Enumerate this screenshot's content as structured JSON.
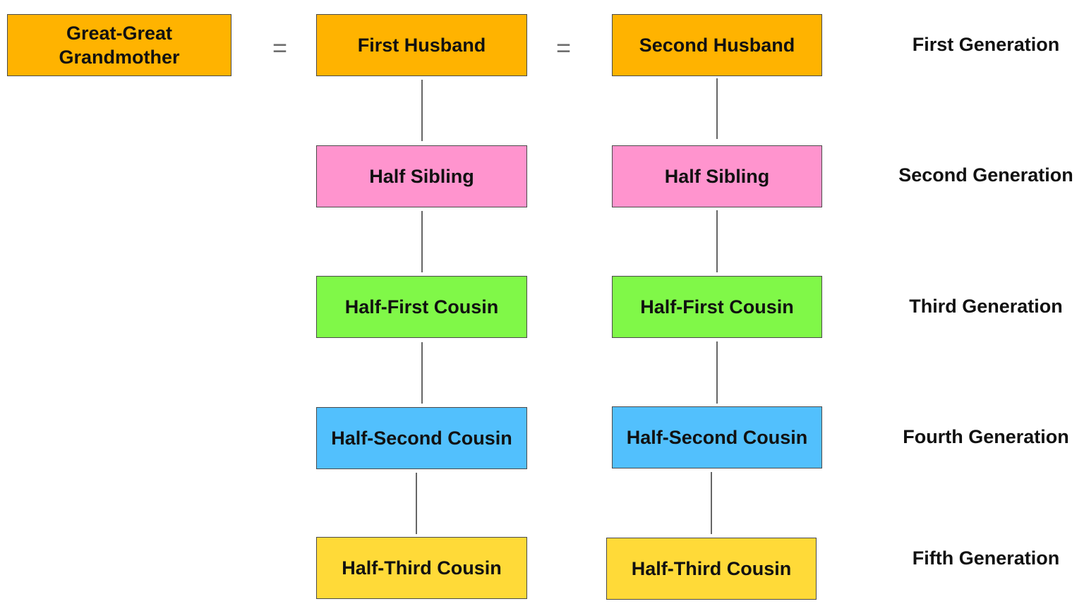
{
  "colors": {
    "orange": "#FFB300",
    "pink": "#FF94CE",
    "green": "#80F848",
    "blue": "#52C0FD",
    "yellow": "#FFDA38",
    "line": "#333333"
  },
  "top_row": {
    "grandmother": "Great-Great\nGrandmother",
    "equals_1": "=",
    "first_husband": "First Husband",
    "equals_2": "=",
    "second_husband": "Second Husband"
  },
  "left_branch": {
    "second_generation": "Half Sibling",
    "third_generation": "Half-First Cousin",
    "fourth_generation": "Half-Second Cousin",
    "fifth_generation": "Half-Third Cousin"
  },
  "right_branch": {
    "second_generation": "Half Sibling",
    "third_generation": "Half-First Cousin",
    "fourth_generation": "Half-Second Cousin",
    "fifth_generation": "Half-Third Cousin"
  },
  "generations": [
    "First Generation",
    "Second Generation",
    "Third Generation",
    "Fourth Generation",
    "Fifth Generation"
  ]
}
